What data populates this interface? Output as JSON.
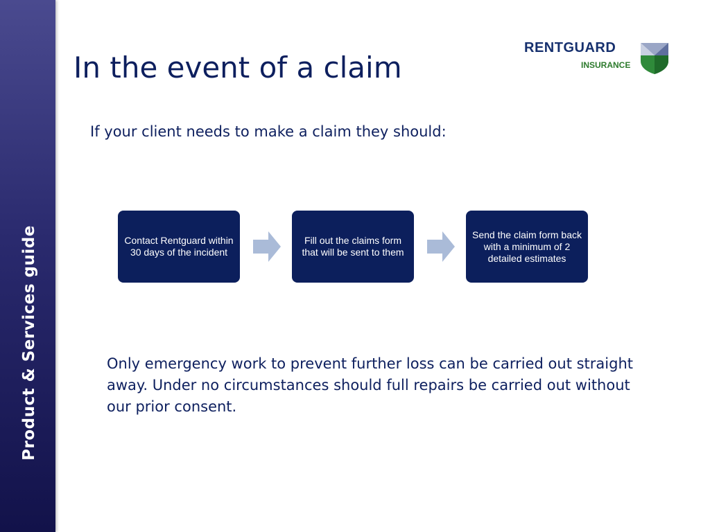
{
  "sidebar": {
    "label": "Product & Services guide"
  },
  "slide": {
    "title": "In the event of a claim",
    "subtitle": "If your client needs to make a claim they should:",
    "note": "Only emergency work to prevent further loss can be carried out straight away. Under no circumstances should full repairs be carried out without our prior consent."
  },
  "logo": {
    "name": "RENTGUARD",
    "sub": "INSURANCE"
  },
  "steps": [
    {
      "text": "Contact Rentguard within 30 days of the incident"
    },
    {
      "text": "Fill out the claims form that will be sent to them"
    },
    {
      "text": "Send the claim form back with a minimum of 2 detailed estimates"
    }
  ],
  "colors": {
    "navy": "#0c1f5c",
    "arrow": "#aabbd8",
    "logo_green": "#2c7a2c"
  },
  "icons": {
    "step_arrow": "chevron-right-arrow-icon",
    "logo_mark": "shield-logo-icon"
  }
}
